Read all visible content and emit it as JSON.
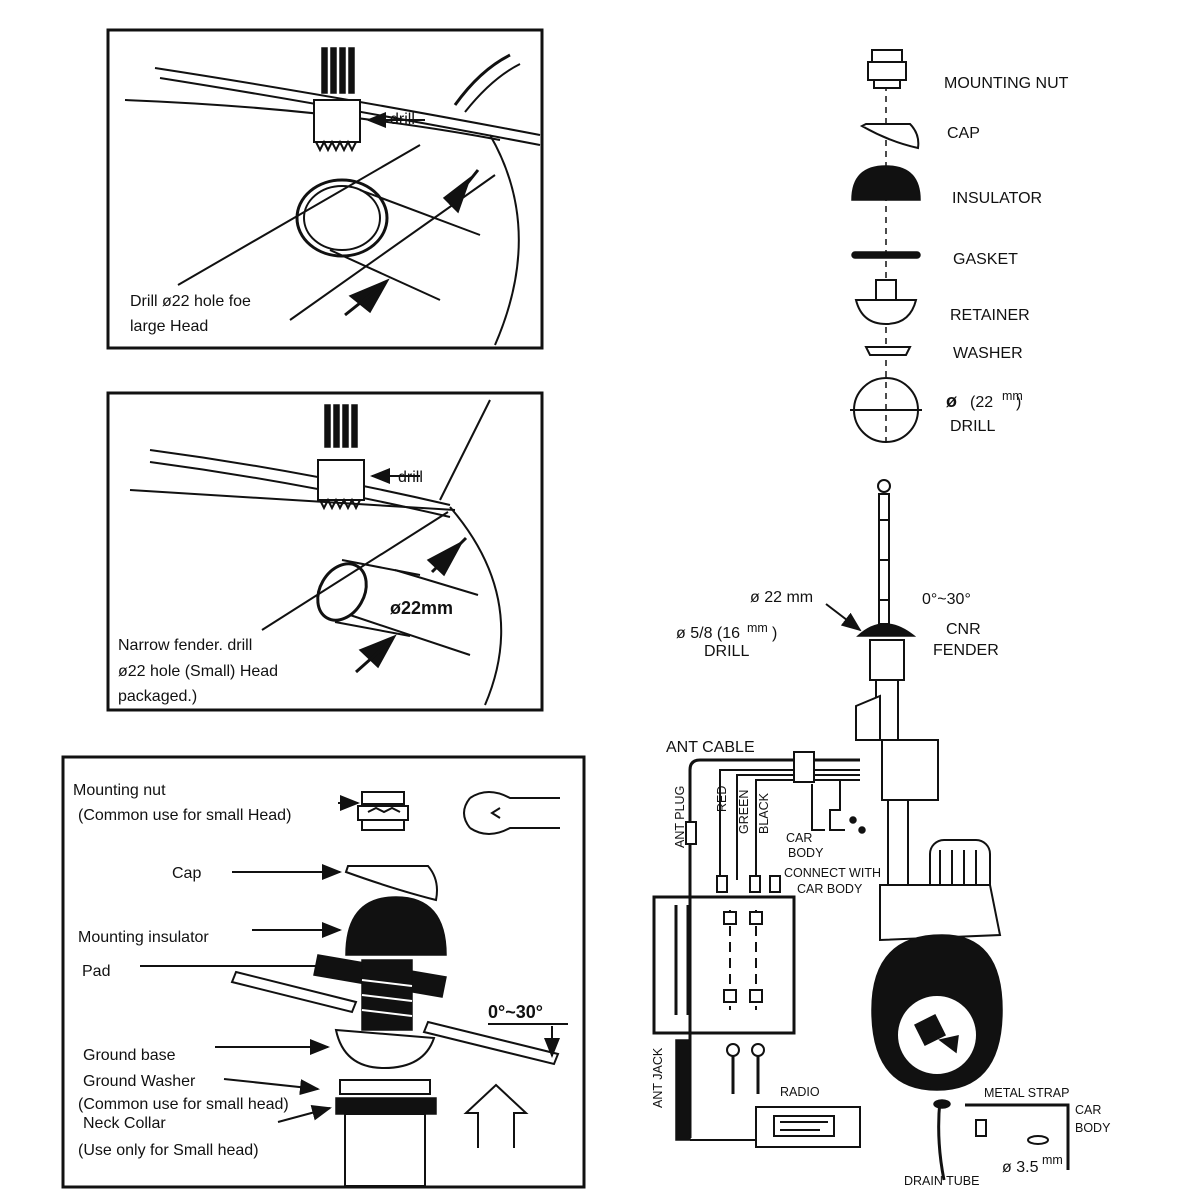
{
  "panel1": {
    "drill": "drill",
    "caption1": "Drill ø22 hole foe",
    "caption2": "large Head"
  },
  "panel2": {
    "drill": "drill",
    "dimension": "ø22mm",
    "caption1": "Narrow fender. drill",
    "caption2": "ø22 hole (Small) Head",
    "caption3": "packaged.)"
  },
  "panel3": {
    "mounting_nut": "Mounting nut",
    "mounting_nut_note": "(Common use for small Head)",
    "cap": "Cap",
    "insulator": "Mounting insulator",
    "pad": "Pad",
    "angle": "0°~30°",
    "ground_base": "Ground base",
    "ground_washer": "Ground Washer",
    "ground_washer_note": "(Common use for small head)",
    "neck_collar": "Neck Collar",
    "neck_collar_note": "(Use only for Small head)"
  },
  "exploded": {
    "mounting_nut": "MOUNTING NUT",
    "cap": "CAP",
    "insulator": "INSULATOR",
    "gasket": "GASKET",
    "retainer": "RETAINER",
    "washer": "WASHER",
    "hole_symbol": "ø",
    "hole_size": "(22",
    "hole_unit": "mm",
    "hole_close": ")",
    "drill": "DRILL"
  },
  "assembly": {
    "hole_size": "ø 22 mm",
    "angle": "0°~30°",
    "fender1": "CNR",
    "fender2": "FENDER",
    "drill_size": "ø 5/8 (16",
    "drill_unit": "mm",
    "drill_close": ")",
    "drill": "DRILL",
    "ant_cable": "ANT CABLE",
    "ant_plug": "ANT PLUG",
    "red": "RED",
    "green": "GREEN",
    "black": "BLACK",
    "car_body1": "CAR",
    "car_body2": "BODY",
    "connect1": "CONNECT WITH",
    "connect2": "CAR BODY",
    "ant_jack": "ANT JACK",
    "radio": "RADIO",
    "metal_strap": "METAL STRAP",
    "car2": "CAR",
    "body2": "BODY",
    "drain_tube": "DRAIN TUBE",
    "screw_size": "ø 3.5",
    "screw_unit": "mm"
  }
}
